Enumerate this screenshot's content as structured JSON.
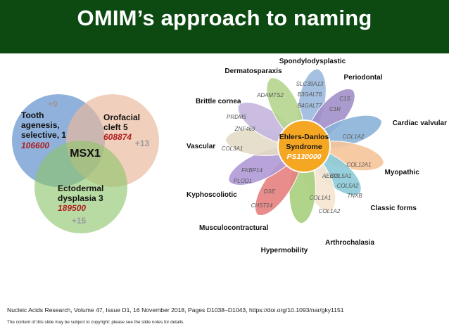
{
  "title": "OMIM’s approach to naming",
  "colors": {
    "title_bg": "#0d4a12",
    "omim_red": "#b01e1e",
    "count_gray": "#9a9a9a",
    "center_orange": "#f5a623"
  },
  "venn": {
    "circles": [
      {
        "label_lines": [
          "Tooth",
          "agenesis,",
          "selective, 1"
        ],
        "id": "106600",
        "count": "+9",
        "color": "#6f9bd1"
      },
      {
        "label_lines": [
          "Orofacial",
          "cleft 5"
        ],
        "id": "608874",
        "count": "+13",
        "color": "#e9b89c"
      },
      {
        "label_lines": [
          "Ectodermal",
          "dysplasia 3"
        ],
        "id": "189500",
        "count": "+15",
        "color": "#8cc56a"
      }
    ],
    "center_gene": "MSX1"
  },
  "flower": {
    "center": {
      "line1": "Ehlers-Danlos",
      "line2": "Syndrome",
      "id": "PS130000"
    },
    "petals": [
      {
        "name": "Spondylodysplastic",
        "genes": [
          "SLC39A13",
          "B3GALT6",
          "B4GALT7"
        ],
        "color": "#9cb9de"
      },
      {
        "name": "Periodontal",
        "genes": [
          "C1S",
          "C1R"
        ],
        "color": "#a28fc8"
      },
      {
        "name": "Cardiac valvular",
        "genes": [
          "COL1A2"
        ],
        "color": "#8bb3d8"
      },
      {
        "name": "Myopathic",
        "genes": [
          "COL12A1"
        ],
        "color": "#f5c59a"
      },
      {
        "name": "Classic forms",
        "genes": [
          "COL5A1",
          "COL5A2",
          "TNXB"
        ],
        "color": "#8ccbd8"
      },
      {
        "name": "Arthrochalasia",
        "genes": [
          "COL1A1",
          "COL1A2"
        ],
        "color": "#f6e6d2"
      },
      {
        "name": "Hypermobility",
        "genes": [],
        "color": "#a6cf7d"
      },
      {
        "name": "Musculocontractural",
        "genes": [
          "DSE",
          "CHST14"
        ],
        "color": "#e78080"
      },
      {
        "name": "Kyphoscoliotic",
        "genes": [
          "FKBP14",
          "PLOD1"
        ],
        "color": "#b09ad6"
      },
      {
        "name": "Vascular",
        "genes": [
          "COL3A1"
        ],
        "color": "#e3dcc6"
      },
      {
        "name": "Brittle cornea",
        "genes": [
          "PRDM5",
          "ZNF469"
        ],
        "color": "#c4b6de"
      },
      {
        "name": "Dermatosparaxis",
        "genes": [
          "ADAMTS2"
        ],
        "color": "#b6d58e"
      }
    ],
    "center_extra_gene": "AEBP1"
  },
  "citation": "Nucleic Acids Research, Volume 47, Issue D1, 16 November 2018, Pages D1038–D1043, https://doi.org/10.1093/nar/gky1151",
  "copyright": "The content of this slide may be subject to copyright: please see the slide notes for details."
}
